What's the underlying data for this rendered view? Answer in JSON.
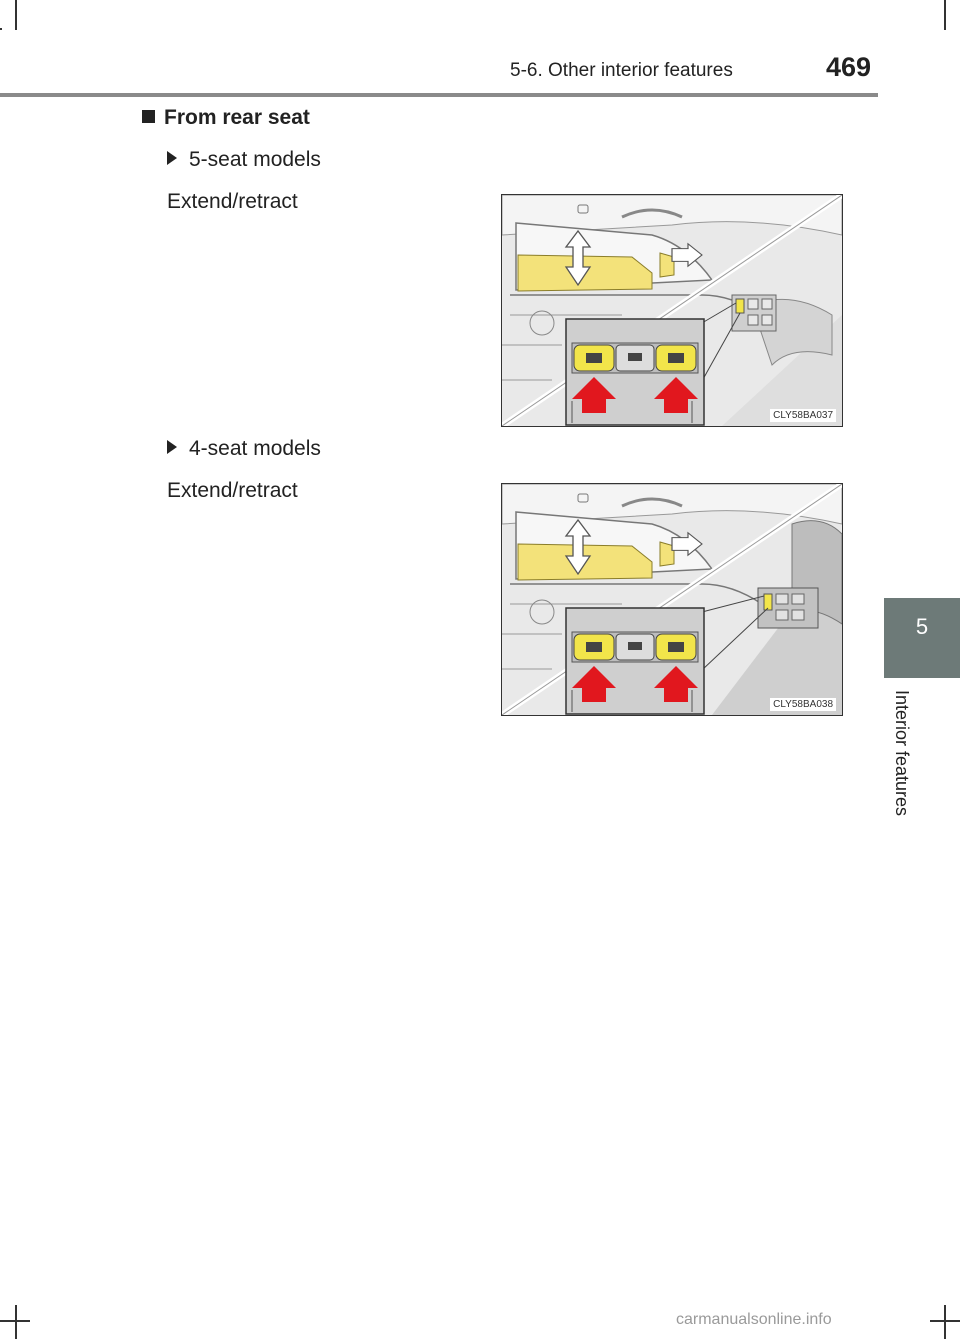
{
  "header": {
    "section_title": "5-6. Other interior features",
    "page_number": "469"
  },
  "side_tab": {
    "chapter_number": "5",
    "chapter_label": "Interior features"
  },
  "content": {
    "heading": "From rear seat",
    "subsections": [
      {
        "model": "5-seat models",
        "action": "Extend/retract",
        "figure_code": "CLY58BA037"
      },
      {
        "model": "4-seat models",
        "action": "Extend/retract",
        "figure_code": "CLY58BA038"
      }
    ]
  },
  "footer": {
    "watermark": "carmanualsonline.info"
  },
  "colors": {
    "tab_background": "#6d7a78",
    "sunshade_yellow": "#f3e27a",
    "button_yellow": "#f2e54a",
    "arrow_red": "#e1171e",
    "rule_gray": "#8a8a8a"
  }
}
